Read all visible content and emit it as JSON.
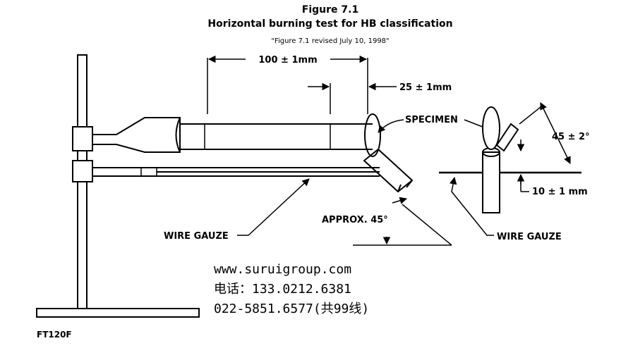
{
  "figure": {
    "title": "Figure 7.1",
    "subtitle": "Horizontal burning test for HB classification",
    "revision_note": "\"Figure 7.1 revised July 10, 1998\""
  },
  "dimensions": {
    "length": "100 ± 1mm",
    "offset": "25 ± 1mm",
    "angle_approx": "APPROX. 45°",
    "angle": "45 ± 2°",
    "height": "10 ± 1 mm"
  },
  "labels": {
    "specimen": "SPECIMEN",
    "wire_gauze_left": "WIRE GAUZE",
    "wire_gauze_right": "WIRE GAUZE",
    "code": "FT120F"
  },
  "watermark": {
    "website": "www.suruigroup.com",
    "phone1": "电话：133.0212.6381",
    "phone2": "022-5851.6577(共99线)"
  }
}
